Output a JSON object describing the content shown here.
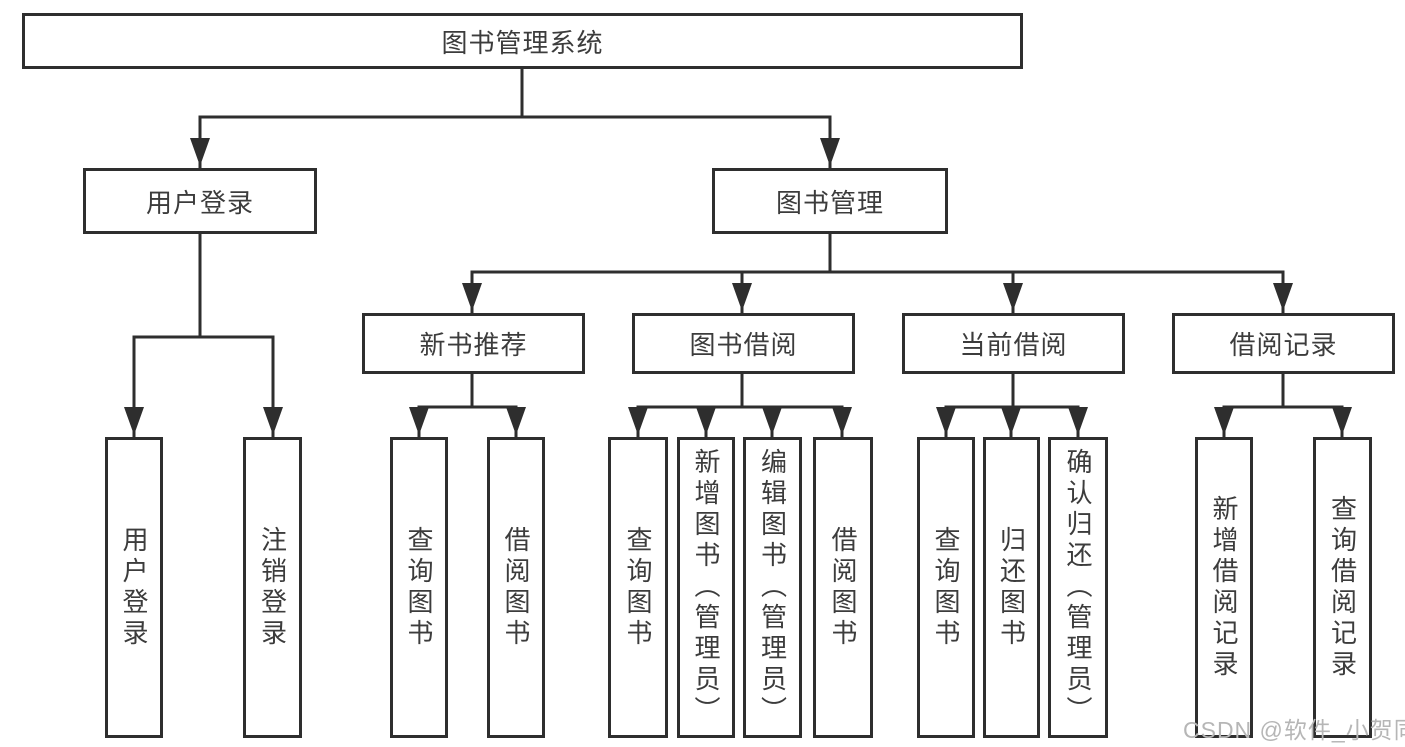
{
  "tree": {
    "root": {
      "label": "图书管理系统"
    },
    "user_login": {
      "label": "用户登录",
      "children": [
        "用户登录",
        "注销登录"
      ]
    },
    "book_management": {
      "label": "图书管理",
      "sections": {
        "new_book_recommend": {
          "label": "新书推荐",
          "children": [
            "查询图书",
            "借阅图书"
          ]
        },
        "book_borrow": {
          "label": "图书借阅",
          "children": [
            "查询图书",
            "新增图书（管理员）",
            "编辑图书（管理员）",
            "借阅图书"
          ]
        },
        "current_borrow": {
          "label": "当前借阅",
          "children": [
            "查询图书",
            "归还图书",
            "确认归还（管理员）"
          ]
        },
        "borrow_record": {
          "label": "借阅记录",
          "children": [
            "新增借阅记录",
            "查询借阅记录"
          ]
        }
      }
    }
  },
  "watermark": {
    "text": "CSDN @软件_小贺同学"
  },
  "colors": {
    "line": "#2e2e2e",
    "text": "#3c3c3c",
    "watermark": "#b6b6b6",
    "background": "#ffffff",
    "box_background": "#ffffff"
  }
}
